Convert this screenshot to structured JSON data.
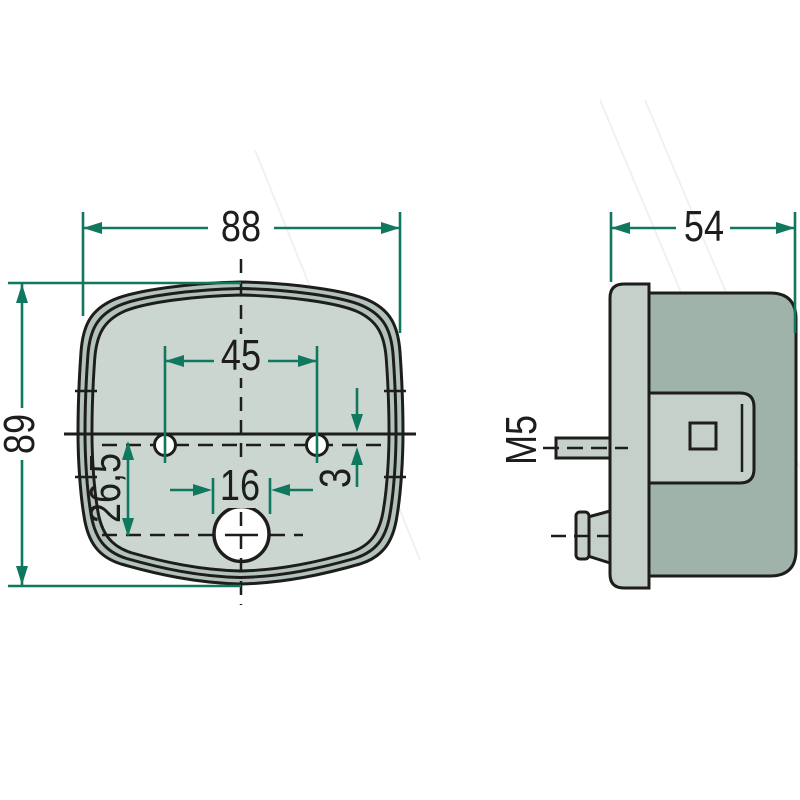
{
  "front": {
    "width": "88",
    "height": "89",
    "hole_spacing": "45",
    "center_offset": "26,5",
    "bottom_hole": "16",
    "line_offset": "3"
  },
  "side": {
    "depth": "54",
    "thread": "M5"
  },
  "colors": {
    "dimension_teal": "#10785f",
    "line_dark": "#1d1d1b",
    "lens_fill": "#ccd6d0",
    "lens_band": "#b3c2bb",
    "body_fill": "#9fb3aa",
    "part_fill": "#c5d0ca",
    "hole_white": "#ffffff",
    "background": "#ffffff"
  }
}
